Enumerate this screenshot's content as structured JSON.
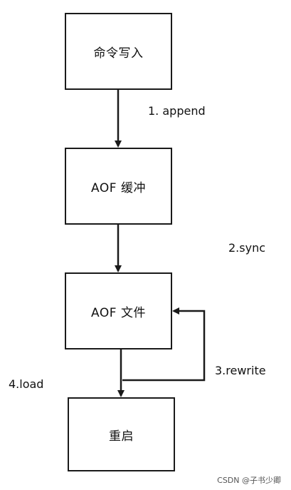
{
  "nodes": {
    "command_write": "命令写入",
    "aof_buffer": "AOF 缓冲",
    "aof_file": "AOF 文件",
    "restart": "重启"
  },
  "edges": {
    "append": "1. append",
    "sync": "2.sync",
    "rewrite": "3.rewrite",
    "load": "4.load"
  },
  "watermark": "CSDN @子书少卿"
}
